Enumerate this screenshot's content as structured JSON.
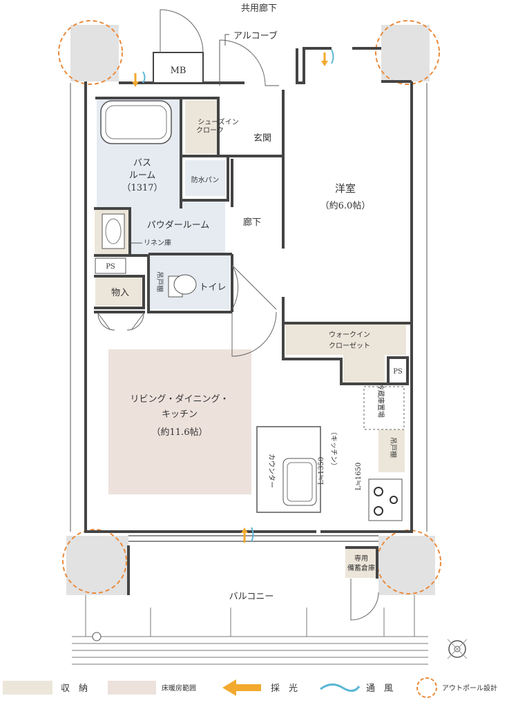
{
  "labels": {
    "corridor": "共用廊下",
    "alcove": "アルコーブ",
    "mb": "MB",
    "shoes_line1": "シューズイン",
    "shoes_line2": "クローク",
    "entrance": "玄関",
    "western_room": "洋室",
    "western_room_size": "（約6.0帖）",
    "bath_line1": "バス",
    "bath_line2": "ルーム",
    "bath_size": "（1317）",
    "waterproof_pan": "防水パン",
    "powder_room": "パウダールーム",
    "hallway": "廊下",
    "linen": "リネン庫",
    "ps_left": "PS",
    "storage_room": "物入",
    "hanging_cab_toilet": "吊戸棚",
    "toilet": "トイレ",
    "walkin_line1": "ウォークイン",
    "walkin_line2": "クローゼット",
    "ps_right": "PS",
    "ldk_line1": "リビング・ダイニング・",
    "ldk_line2": "キッチン",
    "ldk_size": "（約11.6帖）",
    "fridge": "冷蔵庫置場",
    "hanging_cab_kitchen": "吊戸棚",
    "kitchen_vertical": "（キッチン）",
    "counter": "カウンター",
    "l_1350": "L≒1350",
    "l_1650": "L≒1650",
    "private_storage_line1": "専用",
    "private_storage_line2": "備蓄倉庫",
    "balcony": "バルコニー"
  },
  "legend": {
    "storage": "収　納",
    "floor_heating": "床暖房範囲",
    "daylight": "採　光",
    "ventilation": "通　風",
    "outpole": "アウトポール設計"
  },
  "colors": {
    "storage": "#ece6da",
    "floor_heating": "#ede1dc",
    "daylight_arrow": "#f2a92e",
    "ventilation": "#5bb7d5",
    "outpole_ring": "#ea8a3a",
    "wet_area": "#e6ebf2",
    "wall": "#444444"
  },
  "icons": {
    "compass": "compass-icon",
    "bathtub": "bathtub-icon",
    "toilet": "toilet-icon",
    "sink": "sink-icon",
    "stove": "stove-icon"
  }
}
